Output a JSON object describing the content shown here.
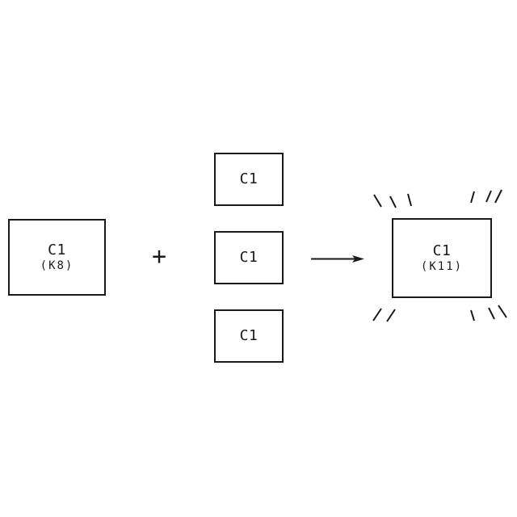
{
  "colors": {
    "line": "#1a1a1a",
    "background": "#ffffff"
  },
  "diagram": {
    "left_box": {
      "title": "C1",
      "subtitle": "(K8)"
    },
    "operator_plus": "+",
    "middle_boxes": [
      {
        "label": "C1"
      },
      {
        "label": "C1"
      },
      {
        "label": "C1"
      }
    ],
    "result_box": {
      "title": "C1",
      "subtitle": "(K11)"
    }
  },
  "icons": {
    "plus": "+",
    "arrow": "right-arrow",
    "emphasis": "shine-marks"
  },
  "emphasis_marks": [
    [
      463,
      241,
      472,
      256
    ],
    [
      483,
      243,
      490,
      257
    ],
    [
      505,
      240,
      509,
      255
    ],
    [
      587,
      237,
      583,
      251
    ],
    [
      608,
      236,
      602,
      250
    ],
    [
      621,
      235,
      613,
      251
    ],
    [
      472,
      382,
      462,
      397
    ],
    [
      489,
      383,
      479,
      398
    ],
    [
      583,
      384,
      587,
      397
    ],
    [
      605,
      381,
      612,
      395
    ],
    [
      617,
      378,
      627,
      393
    ]
  ]
}
